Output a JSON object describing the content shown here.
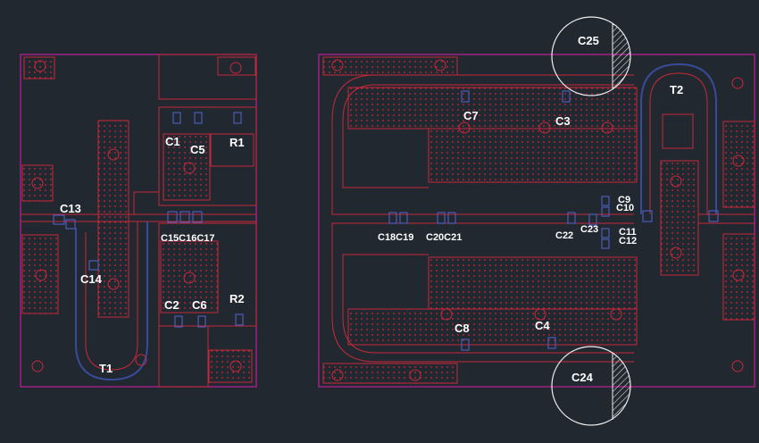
{
  "colors": {
    "background": "#212830",
    "trace": "#c8283a",
    "board": "#c01e9a",
    "pad_fill": "#7a2230",
    "component": "#3a4a9a",
    "label": "#ffffff"
  },
  "labels": {
    "c1": "C1",
    "c2": "C2",
    "c3": "C3",
    "c4": "C4",
    "c5": "C5",
    "c6": "C6",
    "c7": "C7",
    "c8": "C8",
    "c9": "C9",
    "c10": "C10",
    "c11": "C11",
    "c12": "C12",
    "c13": "C13",
    "c14": "C14",
    "c15c16c17": "C15C16C17",
    "c18c19": "C18C19",
    "c20c21": "C20C21",
    "c22": "C22",
    "c23": "C23",
    "c24": "C24",
    "c25": "C25",
    "r1": "R1",
    "r2": "R2",
    "t1": "T1",
    "t2": "T2"
  }
}
